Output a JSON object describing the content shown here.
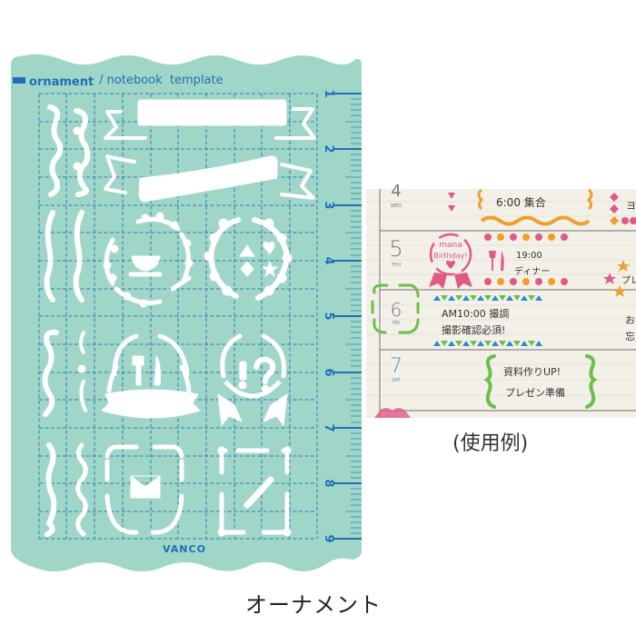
{
  "template": {
    "header_bold": "ornament",
    "header_sep": " / ",
    "header_light": "notebook  template",
    "brand": "VANCO",
    "ruler_labels": [
      "1",
      "2",
      "3",
      "4",
      "5",
      "6",
      "7",
      "8",
      "9"
    ],
    "colors": {
      "card": "#9fd6c8",
      "grid": "#2f7fb5",
      "ink": "#1f6fb8",
      "cutout": "#ffffff"
    },
    "shapes": [
      "curly-brace-border",
      "scalloped-border",
      "ribbon-banner-straight",
      "ribbon-banner-wave",
      "wreath-teacup",
      "wreath-shapes",
      "badge-cutlery",
      "badge-exclaim-question",
      "frame-envelope",
      "frame-pencil",
      "swirl-border",
      "dot-dash-border",
      "lace-border",
      "wave-border"
    ]
  },
  "example": {
    "days": [
      {
        "num": "4",
        "dow": "WED",
        "text": [
          "6:00  集合"
        ]
      },
      {
        "num": "5",
        "dow": "THU",
        "badge": [
          "mana",
          "Birthday!"
        ],
        "text": [
          "19:00",
          "ディナー"
        ]
      },
      {
        "num": "6",
        "dow": "FRI",
        "text": [
          "AM10:00 撮調",
          "撮影確認必須!"
        ]
      },
      {
        "num": "7",
        "dow": "SAT",
        "text": [
          "資料作りUP!",
          "プレゼン準備"
        ]
      }
    ],
    "right_fragments": [
      "ヨ",
      "プレ",
      "お",
      "忘"
    ],
    "colors": {
      "paper": "#f3f0e8",
      "line": "#8c8a84",
      "pink": "#e05a86",
      "orange": "#eea02c",
      "green": "#6bbf4a",
      "blue": "#2a90c8",
      "sat_blue": "#4a90c8"
    }
  },
  "captions": {
    "example_label": "(使用例)",
    "product_label": "オーナメント"
  }
}
